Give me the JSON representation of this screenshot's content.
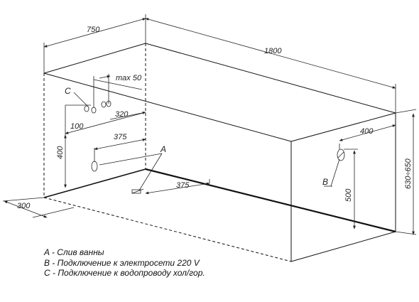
{
  "dimensions": {
    "top_width": "750",
    "length": "1800",
    "max_height": "max 50",
    "pipe_offset_a": "320",
    "pipe_offset_b": "100",
    "drain_offset_back": "375",
    "drain_offset_floor": "375",
    "back_height": "400",
    "floor_depth": "300",
    "socket_offset": "400",
    "socket_height": "500",
    "total_height": "630÷650"
  },
  "markers": {
    "a": "A",
    "b": "B",
    "c": "C"
  },
  "legend": {
    "a": "A - Слив ванны",
    "b": "B - Подключение к электросети 220 V",
    "c": "C - Подключение к водопроводу хол/гор."
  }
}
